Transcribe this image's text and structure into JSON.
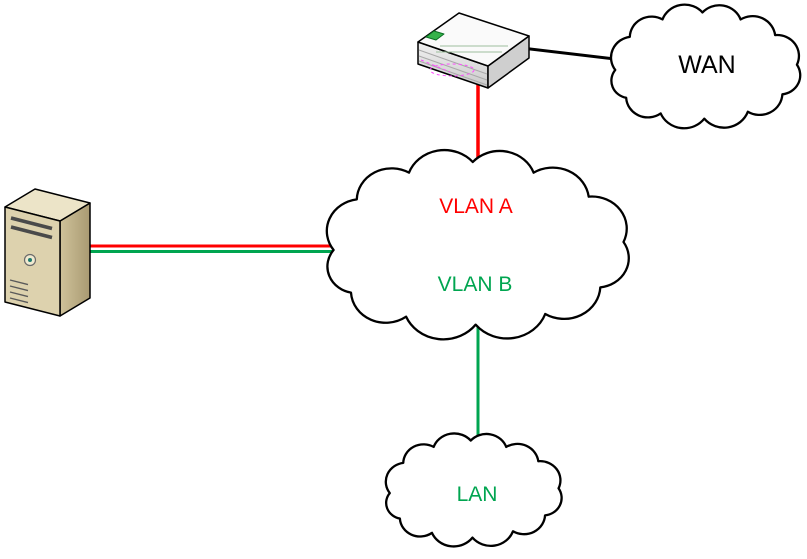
{
  "diagram": {
    "kind": "network-topology",
    "background": "#ffffff",
    "colors": {
      "red": "#ff0000",
      "green": "#00a550",
      "black": "#000000",
      "cloud_fill": "#ffffff",
      "cloud_stroke": "#000000"
    },
    "nodes": {
      "router": {
        "icon": "router-icon"
      },
      "server": {
        "icon": "server-tower-icon"
      },
      "wan": {
        "label": "WAN",
        "label_color": "#000000"
      },
      "vlan": {
        "label_a": "VLAN A",
        "label_a_color": "#ff0000",
        "label_b": "VLAN B",
        "label_b_color": "#00a550"
      },
      "lan": {
        "label": "LAN",
        "label_color": "#00a550"
      }
    },
    "edges": [
      {
        "from": "router",
        "to": "wan",
        "color": "#000000",
        "style": "solid"
      },
      {
        "from": "router",
        "to": "vlan",
        "color": "#ff0000",
        "style": "solid"
      },
      {
        "from": "server",
        "to": "vlan",
        "color": "#ff0000",
        "style": "solid"
      },
      {
        "from": "server",
        "to": "vlan",
        "color": "#00a550",
        "style": "solid"
      },
      {
        "from": "vlan",
        "to": "lan",
        "color": "#00a550",
        "style": "solid"
      }
    ]
  }
}
